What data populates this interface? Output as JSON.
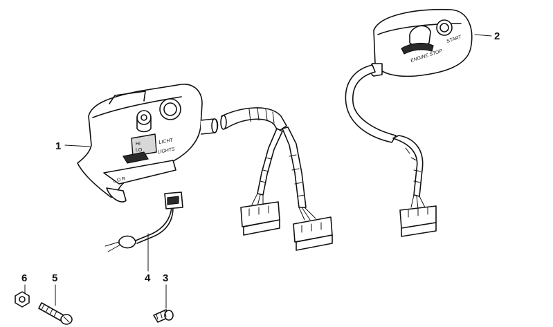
{
  "callouts": [
    {
      "id": "1",
      "label": "1"
    },
    {
      "id": "2",
      "label": "2"
    },
    {
      "id": "3",
      "label": "3"
    },
    {
      "id": "4",
      "label": "4"
    },
    {
      "id": "5",
      "label": "5"
    },
    {
      "id": "6",
      "label": "6"
    }
  ],
  "part_markings": {
    "left_switch": {
      "light_top": "LICHT",
      "light_bottom": "LIGHTS",
      "hi": "HI",
      "lo": "LO",
      "horn_side": "L O R"
    },
    "right_switch": {
      "start": "START",
      "engine_stop": "ENGINE STOP"
    }
  }
}
